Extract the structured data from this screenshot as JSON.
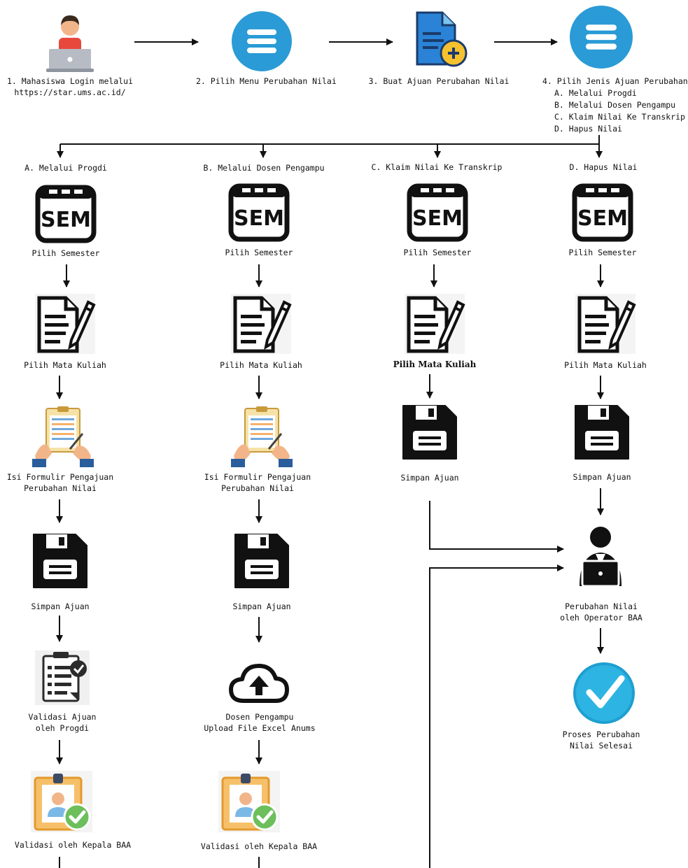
{
  "top": {
    "step1": {
      "line1": "1. Mahasiswa Login melalui",
      "line2": "https://star.ums.ac.id/"
    },
    "step2": "2. Pilih Menu Perubahan Nilai",
    "step3": "3. Buat Ajuan Perubahan Nilai",
    "step4": {
      "title": "4. Pilih Jenis Ajuan Perubahan",
      "options": [
        "A. Melalui Progdi",
        "B. Melalui Dosen Pengampu",
        "C. Klaim Nilai Ke Transkrip",
        "D. Hapus Nilai"
      ]
    }
  },
  "columns": {
    "a": {
      "header": "A. Melalui Progdi",
      "semester": "Pilih Semester",
      "course": "Pilih Mata Kuliah",
      "form": {
        "line1": "Isi Formulir Pengajuan",
        "line2": "Perubahan Nilai"
      },
      "save": "Simpan Ajuan",
      "validate": {
        "line1": "Validasi Ajuan",
        "line2": "oleh Progdi"
      },
      "head": "Validasi oleh Kepala BAA"
    },
    "b": {
      "header": "B. Melalui Dosen Pengampu",
      "semester": "Pilih Semester",
      "course": "Pilih Mata Kuliah",
      "form": {
        "line1": "Isi Formulir Pengajuan",
        "line2": "Perubahan Nilai"
      },
      "save": "Simpan Ajuan",
      "upload": {
        "line1": "Dosen Pengampu",
        "line2": "Upload File Excel Anums"
      },
      "head": "Validasi oleh Kepala BAA"
    },
    "c": {
      "header": "C. Klaim Nilai Ke Transkrip",
      "semester": "Pilih Semester",
      "course": "Pilih Mata Kuliah",
      "save": "Simpan Ajuan"
    },
    "d": {
      "header": "D. Hapus Nilai",
      "semester": "Pilih Semester",
      "course": "Pilih Mata Kuliah",
      "save": "Simpan Ajuan",
      "operator": {
        "line1": "Perubahan Nilai",
        "line2": "oleh Operator BAA"
      },
      "done": {
        "line1": "Proses Perubahan",
        "line2": "Nilai Selesai"
      }
    }
  },
  "icons": {
    "sem_text": "SEM",
    "brand_blue": "#2a9bd6",
    "accent_yellow": "#f6c12e"
  }
}
